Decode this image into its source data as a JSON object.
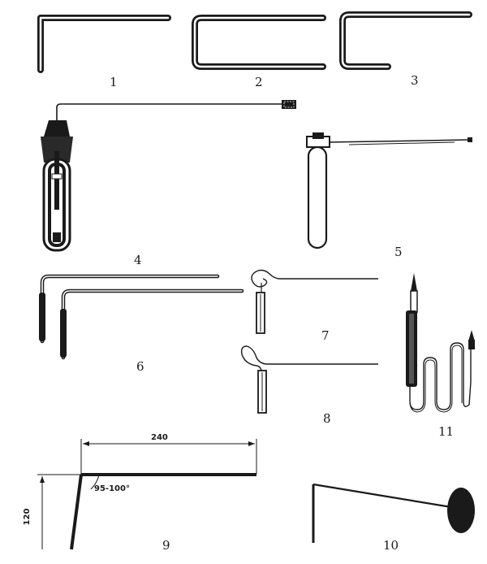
{
  "figures": [
    {
      "id": "fig1",
      "label": "1"
    },
    {
      "id": "fig2",
      "label": "2"
    },
    {
      "id": "fig3",
      "label": "3"
    },
    {
      "id": "fig4",
      "label": "4"
    },
    {
      "id": "fig5",
      "label": "5"
    },
    {
      "id": "fig6",
      "label": "6"
    },
    {
      "id": "fig7",
      "label": "7"
    },
    {
      "id": "fig8",
      "label": "8"
    },
    {
      "id": "fig9",
      "label": "9"
    },
    {
      "id": "fig10",
      "label": "10"
    },
    {
      "id": "fig11",
      "label": "11"
    }
  ],
  "fig9_dimensions": {
    "length": "240",
    "height": "120",
    "angle": "95-100°"
  }
}
